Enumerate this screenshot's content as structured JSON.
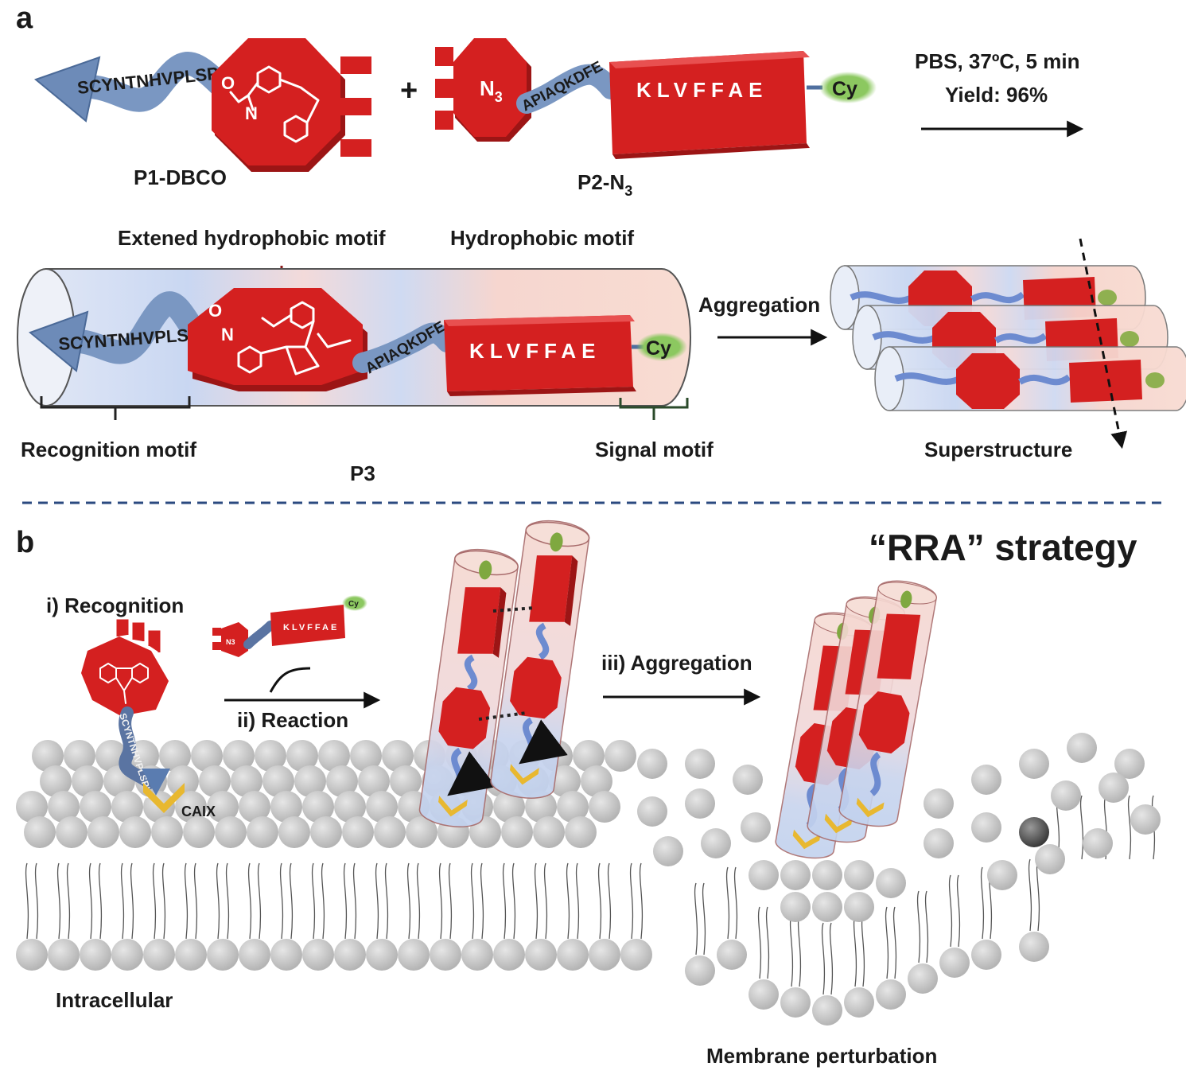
{
  "panel_a": {
    "letter": "a",
    "p1_label": "P1-DBCO",
    "p1_sequence": "SCYNTNHVPLSPKY",
    "p2_label": "P2-N",
    "p2_label_sub": "3",
    "azide_text": "N",
    "azide_sub": "3",
    "plus": "+",
    "linker_sequence": "APIAQKDFE",
    "block_sequence": "KLVFFAE",
    "dye": "Cy",
    "conditions_line1": "PBS, 37ºC, 5 min",
    "conditions_line2": "Yield: 96%",
    "extended_motif": "Extened hydrophobic motif",
    "hydrophobic_motif": "Hydrophobic motif",
    "recognition_motif": "Recognition motif",
    "signal_motif": "Signal motif",
    "p3_label": "P3",
    "aggregation": "Aggregation",
    "superstructure": "Superstructure",
    "chem_o": "O",
    "chem_n": "N"
  },
  "panel_b": {
    "letter": "b",
    "strategy_title": "“RRA” strategy",
    "step1": "i) Recognition",
    "step2": "ii) Reaction",
    "step3": "iii)  Aggregation",
    "receptor": "CAIX",
    "intracellular": "Intracellular",
    "membrane": "Membrane perturbation",
    "small_block_sequence": "KLVFFAE",
    "small_dye": "Cy",
    "small_azide": "N3"
  },
  "colors": {
    "red": "#d42020",
    "red_dark": "#9c1515",
    "peptide_blue": "#6f8fb8",
    "cy_green": "#8cc860",
    "lipid_gray": "#c8c8c8",
    "receptor_yellow": "#e8b830",
    "divider": "#2b4a80"
  }
}
